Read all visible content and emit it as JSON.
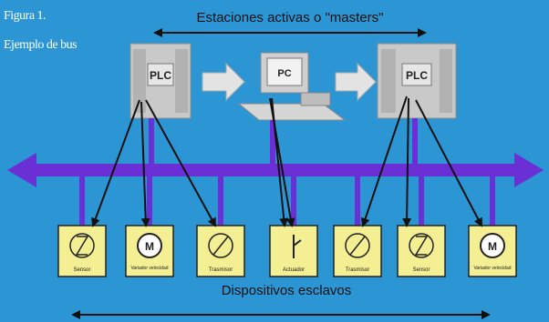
{
  "figure": {
    "caption_line1": "Figura 1.",
    "caption_line2": "Ejemplo de bus"
  },
  "diagram": {
    "top_label": "Estaciones activas o \"masters\"",
    "bottom_label": "Dispositivos esclavos",
    "masters": [
      {
        "label": "PLC"
      },
      {
        "label": "PC"
      },
      {
        "label": "PLC"
      }
    ],
    "devices": [
      {
        "icon": "sensor-symbol",
        "label": "Sensor"
      },
      {
        "icon": "motor-symbol",
        "label": "Variador velocidad",
        "symbol": "M"
      },
      {
        "icon": "transmitter-symbol",
        "label": "Trasmisor"
      },
      {
        "icon": "actuator-symbol",
        "label": "Actuador"
      },
      {
        "icon": "transmitter-symbol",
        "label": "Trasmisor"
      },
      {
        "icon": "sensor-symbol",
        "label": "Sensor"
      },
      {
        "icon": "motor-symbol",
        "label": "Variador velocidad",
        "symbol": "M"
      }
    ],
    "colors": {
      "background": "#2c95d3",
      "bus": "#6b2fd6",
      "device_fill": "#f4ef92",
      "equipment": "#c9c9c9",
      "transfer_arrow": "#e3e3e3"
    }
  }
}
